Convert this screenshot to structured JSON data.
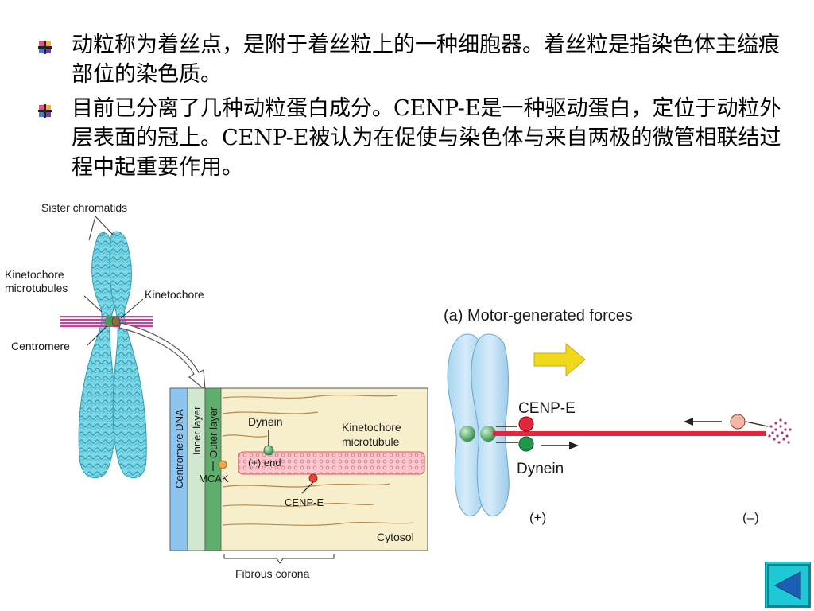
{
  "bullets": [
    "动粒称为着丝点，是附于着丝粒上的一种细胞器。着丝粒是指染色体主缢痕部位的染色质。",
    "目前已分离了几种动粒蛋白成分。CENP-E是一种驱动蛋白，定位于动粒外层表面的冠上。CENP-E被认为在促使与染色体与来自两极的微管相联结过程中起重要作用。"
  ],
  "chromosome_labels": {
    "sister_chromatids": "Sister chromatids",
    "kinetochore_microtubules_1": "Kinetochore",
    "kinetochore_microtubules_2": "microtubules",
    "kinetochore": "Kinetochore",
    "centromere": "Centromere"
  },
  "detail_labels": {
    "centromere_dna": "Centromere DNA",
    "inner_layer": "Inner layer",
    "outer_layer": "Outer layer",
    "dynein": "Dynein",
    "kinetochore_microtubule_1": "Kinetochore",
    "kinetochore_microtubule_2": "microtubule",
    "plus_end": "(+) end",
    "mcak": "MCAK",
    "cenp_e": "CENP-E",
    "cytosol": "Cytosol",
    "fibrous_corona": "Fibrous corona"
  },
  "motor_panel": {
    "title": "(a)  Motor-generated forces",
    "cenp_e": "CENP-E",
    "dynein": "Dynein",
    "plus": "(+)",
    "minus": "(–)"
  },
  "colors": {
    "chromatid": "#5fc8d8",
    "microtubule": "#e0359a",
    "centromere_dna": "#8ec5ee",
    "inner_layer": "#cfe8cf",
    "outer_layer": "#5fae6e",
    "cytosol": "#f7efcc",
    "mt_red": "#e3263a",
    "arrow_yellow": "#f0d81a",
    "back_button": "#1ec9d6"
  },
  "nav": {
    "back_icon": "triangle-left-icon"
  }
}
